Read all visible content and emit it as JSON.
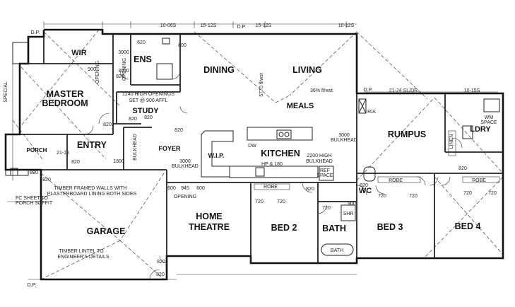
{
  "rooms": {
    "wir": "WIR",
    "ens": "ENS",
    "dining": "DINING",
    "living": "LIVING",
    "master_1": "MASTER",
    "master_2": "BEDROOM",
    "study": "STUDY",
    "meals": "MEALS",
    "rumpus": "RUMPUS",
    "ldry": "LDRY",
    "entry": "ENTRY",
    "porch": "PORCH",
    "foyer": "FOYER",
    "wip": "W.I.P.",
    "kitchen": "KITCHEN",
    "wc": "WC",
    "garage": "GARAGE",
    "home_theatre_1": "HOME",
    "home_theatre_2": "THEATRE",
    "bed2": "BED 2",
    "bath": "BATH",
    "bed3": "BED 3",
    "bed4": "BED 4"
  },
  "notes": {
    "openings_1": "1240 HIGH OPENINGS",
    "openings_2": "SET @ 900 AFFL",
    "bulkhead_3000": "3000",
    "bulkhead_label": "BULKHEAD",
    "bulkhead_3000b": "3000",
    "bulkhead_2200_1": "2200 HIGH",
    "bulkhead_2200_2": "BULKHEAD",
    "bulkhead_3000c": "3000",
    "ref_1": "REF",
    "ref_2": "SPACE",
    "hp": "HP & 180",
    "dw": "DW",
    "slope": "36% fl/wst",
    "dim_5770": "5770 fl/wst",
    "dp_top": "D.P.",
    "dp_right": "D.P.",
    "dp_bl": "D.P.",
    "dp_left": "D.P.",
    "dim_1512": "15-12S",
    "dim_1512b": "15-12S",
    "dim_1012": "10-12S",
    "dim_2124": "21-24 SL/DR",
    "dim_1015": "10-15S",
    "dim_1206": "10-06S",
    "timber_walls_1": "TIMBER FRAMED WALLS WITH",
    "timber_walls_2": "PLASTERBOARD LINING BOTH SIDES",
    "lintel_1": "TIMBER LINTEL TO",
    "lintel_2": "ENGINEER'S DETAILS",
    "ec_1": "FC SHEET TO",
    "ec_2": "PORCH SOFFIT",
    "special": "SPECIAL",
    "robe": "ROBE",
    "robe2": "ROBE",
    "robe3": "ROBE",
    "wm_1": "WM",
    "wm_2": "SPACE",
    "linen": "LINEN",
    "ra": "R/A",
    "bath_tub": "BATH",
    "shr": "SHR",
    "opening": "OPENING",
    "opening_v": "OPENING",
    "opening_v2": "OPENING",
    "bulk_v": "BULKHEAD",
    "d820_a": "820",
    "d820_b": "820",
    "d820_c": "820",
    "d820_d": "820",
    "d820_e": "820",
    "d820_f": "820",
    "d820_g": "820",
    "d820_h": "820",
    "d820_i": "820",
    "d720_a": "720",
    "d720_b": "720",
    "d720_c": "720",
    "d720_d": "720",
    "d720_e": "720",
    "d720_f": "720",
    "d720_g": "720",
    "d900": "900",
    "d600_a": "600",
    "d945": "945",
    "d600_b": "600",
    "d1800": "1800",
    "d2115": "21-15",
    "d820_j": "820",
    "d820_k": "820",
    "d880": "880",
    "d820_ens": "820",
    "d900_ens": "900",
    "d620": "620",
    "d3000_ens": "3000",
    "d3000_ens2": "3000",
    "d800_ens": "800"
  }
}
